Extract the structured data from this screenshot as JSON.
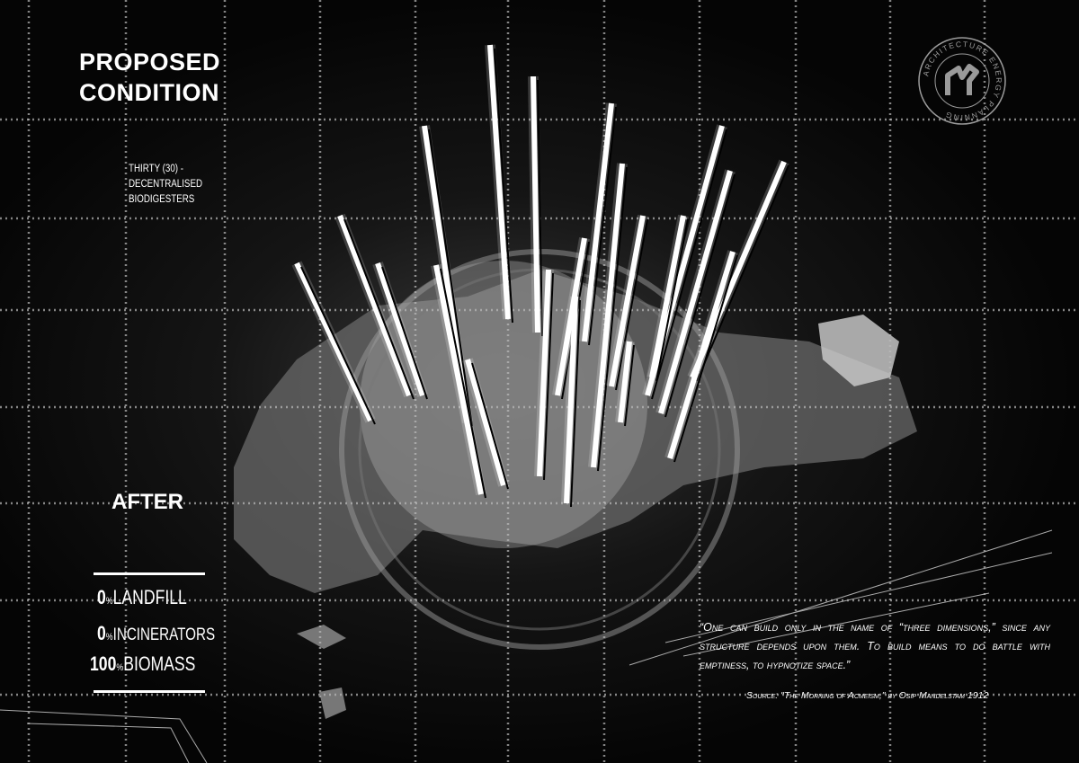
{
  "title": {
    "line1": "PROPOSED",
    "line2": "CONDITION"
  },
  "subtitle": {
    "line1": "THIRTY (30) -",
    "line2": "DECENTRALISED",
    "line3": "BIODIGESTERS"
  },
  "after_label": "AFTER",
  "stats": [
    {
      "value": "0",
      "unit": "%",
      "label": "LANDFILL"
    },
    {
      "value": "0",
      "unit": "%",
      "label": "INCINERATORS"
    },
    {
      "value": "100",
      "unit": "%",
      "label": "BIOMASS"
    }
  ],
  "quote": "“One can build only in the name of “three dimensions,” since any structure depends upon them. To build means to do battle with emptiness, to hypnotize space.”",
  "source": "Source: \"The Morning of Acmeism,\" by Osip Mandelstam 1912",
  "logo": {
    "ring_text": "ARCHITECTURE ENERGY PLANNING"
  },
  "colors": {
    "background": "#000000",
    "text": "#ffffff",
    "logo": "#9a9a9a"
  }
}
